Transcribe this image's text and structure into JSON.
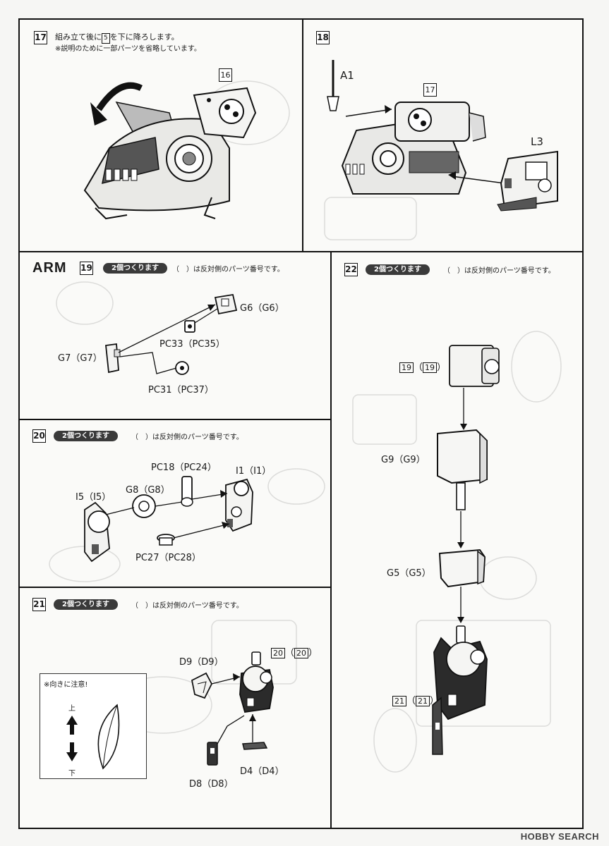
{
  "step17": {
    "number": "17",
    "text_line1": "組み立て後に",
    "text_ref": "5",
    "text_line1b": "を下に降ろします。",
    "text_line2": "※説明のために一部パーツを省略しています。",
    "part_ref": "16"
  },
  "step18": {
    "number": "18",
    "part_a1": "A1",
    "part_ref": "17",
    "part_l3": "L3"
  },
  "arm_title": "ARM",
  "step19": {
    "number": "19",
    "pill": "2個つくります",
    "note": "（　）は反対側のパーツ番号です。",
    "parts": [
      "G6（G6）",
      "PC33（PC35）",
      "G7（G7）",
      "PC31（PC37）"
    ]
  },
  "step20": {
    "number": "20",
    "pill": "2個つくります",
    "note": "（　）は反対側のパーツ番号です。",
    "parts": [
      "PC18（PC24）",
      "I1（I1）",
      "I5（I5）",
      "G8（G8）",
      "PC27（PC28）"
    ]
  },
  "step21": {
    "number": "21",
    "pill": "2個つくります",
    "note": "（　）は反対側のパーツ番号です。",
    "ref_left": "20",
    "ref_right": "20",
    "parts": [
      "D9（D9）",
      "D8（D8）",
      "D4（D4）"
    ],
    "caution_title": "※向きに注意!",
    "up_label": "上",
    "down_label": "下"
  },
  "step22": {
    "number": "22",
    "pill": "2個つくります",
    "note": "（　）は反対側のパーツ番号です。",
    "ref19_left": "19",
    "ref19_right": "19",
    "ref21_left": "21",
    "ref21_right": "21",
    "parts": [
      "G9（G9）",
      "G5（G5）"
    ]
  },
  "watermark": "HOBBY SEARCH"
}
